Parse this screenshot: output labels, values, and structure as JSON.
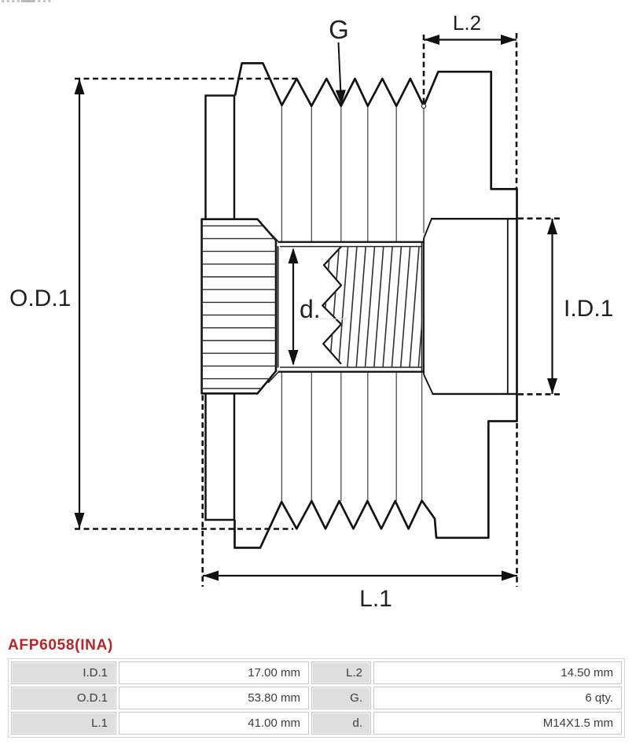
{
  "product": {
    "part_number": "AFP6058(INA)"
  },
  "diagram": {
    "labels": {
      "outer_diameter": "O.D.1",
      "inner_diameter": "I.D.1",
      "length_total": "L.1",
      "length_hub": "L.2",
      "grooves": "G",
      "thread": "d."
    }
  },
  "spec_table": {
    "rows": [
      [
        "I.D.1",
        "17.00 mm",
        "L.2",
        "14.50 mm"
      ],
      [
        "O.D.1",
        "53.80 mm",
        "G.",
        "6 qty."
      ],
      [
        "L.1",
        "41.00 mm",
        "d.",
        "M14X1.5 mm"
      ]
    ]
  },
  "colors": {
    "accent_red": "#bc2327",
    "line": "#141414",
    "table_label_bg": "#dedede",
    "table_border": "#c9c9c9"
  }
}
